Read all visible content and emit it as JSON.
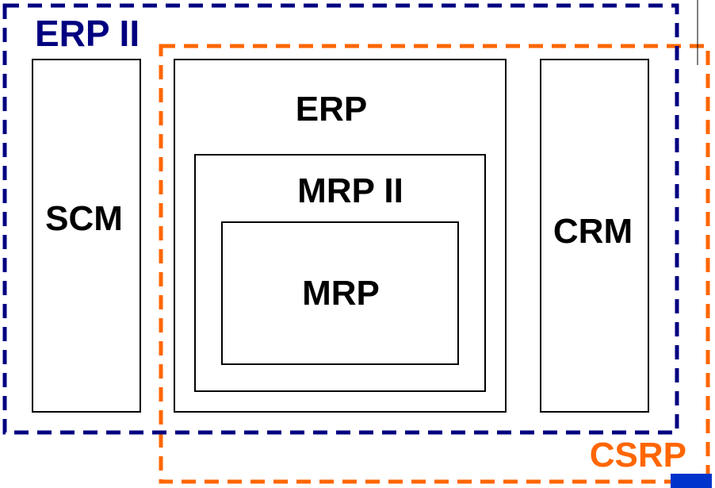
{
  "labels": {
    "erp2": "ERP II",
    "csrp": "CSRP",
    "scm": "SCM",
    "erp": "ERP",
    "mrp2": "MRP II",
    "mrp": "MRP",
    "crm": "CRM"
  },
  "colors": {
    "navy": "#000080",
    "orange": "#FF6600",
    "black": "#000000",
    "blue_marker": "#0033CC"
  }
}
